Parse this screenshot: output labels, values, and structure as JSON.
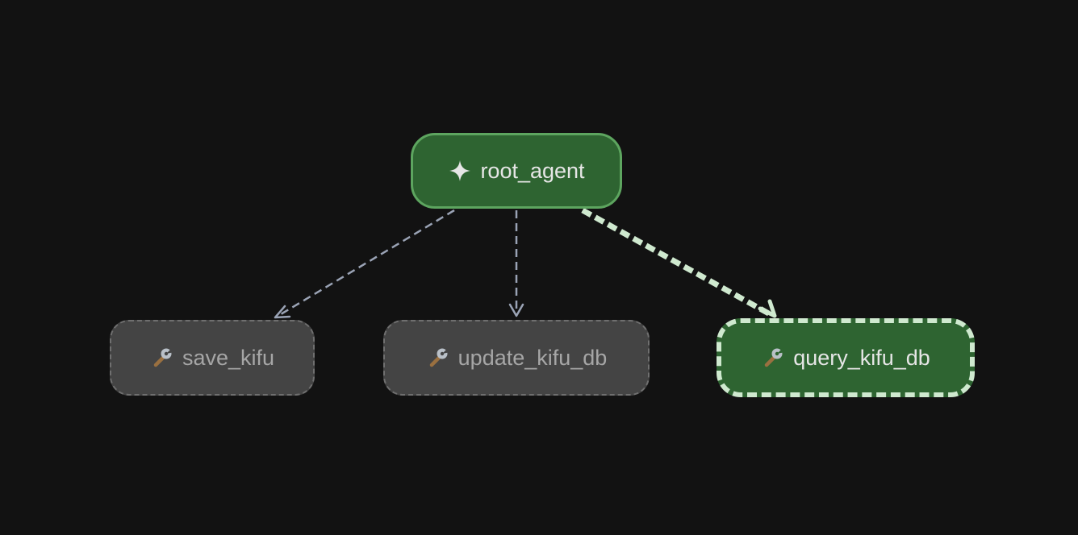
{
  "diagram": {
    "root": {
      "label": "root_agent",
      "icon": "sparkle-icon",
      "color": "#2e6431",
      "border_color": "#5da55f"
    },
    "tools": [
      {
        "label": "save_kifu",
        "icon": "wrench-icon",
        "active": false
      },
      {
        "label": "update_kifu_db",
        "icon": "wrench-icon",
        "active": false
      },
      {
        "label": "query_kifu_db",
        "icon": "wrench-icon",
        "active": true
      }
    ],
    "edges": [
      {
        "from": "root_agent",
        "to": "save_kifu",
        "active": false
      },
      {
        "from": "root_agent",
        "to": "update_kifu_db",
        "active": false
      },
      {
        "from": "root_agent",
        "to": "query_kifu_db",
        "active": true
      }
    ],
    "colors": {
      "background": "#121212",
      "inactive_edge": "#9aa3b5",
      "active_edge": "#cfe9cf",
      "inactive_node": "#444444",
      "active_node": "#2e6431"
    }
  }
}
